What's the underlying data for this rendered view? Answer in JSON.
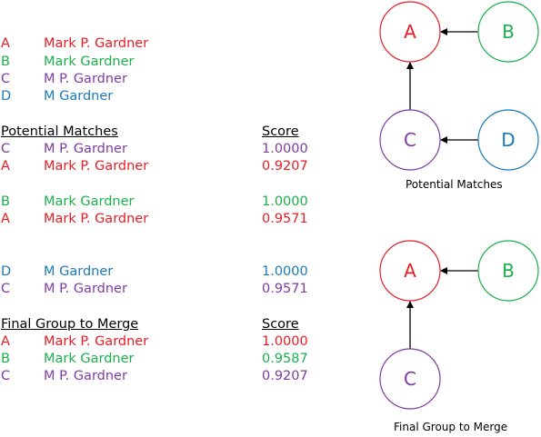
{
  "colors": {
    "A": "#e81c24",
    "B": "#1ab04b",
    "C": "#7f3ba0",
    "D": "#1a7ab8",
    "arrow": "#000000"
  },
  "records": [
    {
      "id": "A",
      "name": "Mark P. Gardner"
    },
    {
      "id": "B",
      "name": "Mark Gardner"
    },
    {
      "id": "C",
      "name": "M P. Gardner"
    },
    {
      "id": "D",
      "name": "M Gardner"
    }
  ],
  "potential": {
    "title": "Potential Matches",
    "score_header": "Score",
    "pairs": [
      [
        {
          "id": "C",
          "name": "M P. Gardner",
          "score": "1.0000"
        },
        {
          "id": "A",
          "name": "Mark P. Gardner",
          "score": "0.9207"
        }
      ],
      [
        {
          "id": "B",
          "name": "Mark Gardner",
          "score": "1.0000"
        },
        {
          "id": "A",
          "name": "Mark P. Gardner",
          "score": "0.9571"
        }
      ],
      [
        {
          "id": "D",
          "name": "M Gardner",
          "score": "1.0000"
        },
        {
          "id": "C",
          "name": "M P. Gardner",
          "score": "0.9571"
        }
      ]
    ]
  },
  "final": {
    "title": "Final Group to Merge",
    "score_header": "Score",
    "rows": [
      {
        "id": "A",
        "name": "Mark P. Gardner",
        "score": "1.0000"
      },
      {
        "id": "B",
        "name": "Mark Gardner",
        "score": "0.9587"
      },
      {
        "id": "C",
        "name": "M P. Gardner",
        "score": "0.9207"
      }
    ]
  },
  "diagrams": {
    "potential": {
      "caption": "Potential Matches",
      "nodes": [
        "A",
        "B",
        "C",
        "D"
      ],
      "edges": [
        [
          "B",
          "A"
        ],
        [
          "C",
          "A"
        ],
        [
          "D",
          "C"
        ]
      ]
    },
    "final": {
      "caption": "Final Group to Merge",
      "nodes": [
        "A",
        "B",
        "C"
      ],
      "edges": [
        [
          "B",
          "A"
        ],
        [
          "C",
          "A"
        ]
      ]
    }
  }
}
